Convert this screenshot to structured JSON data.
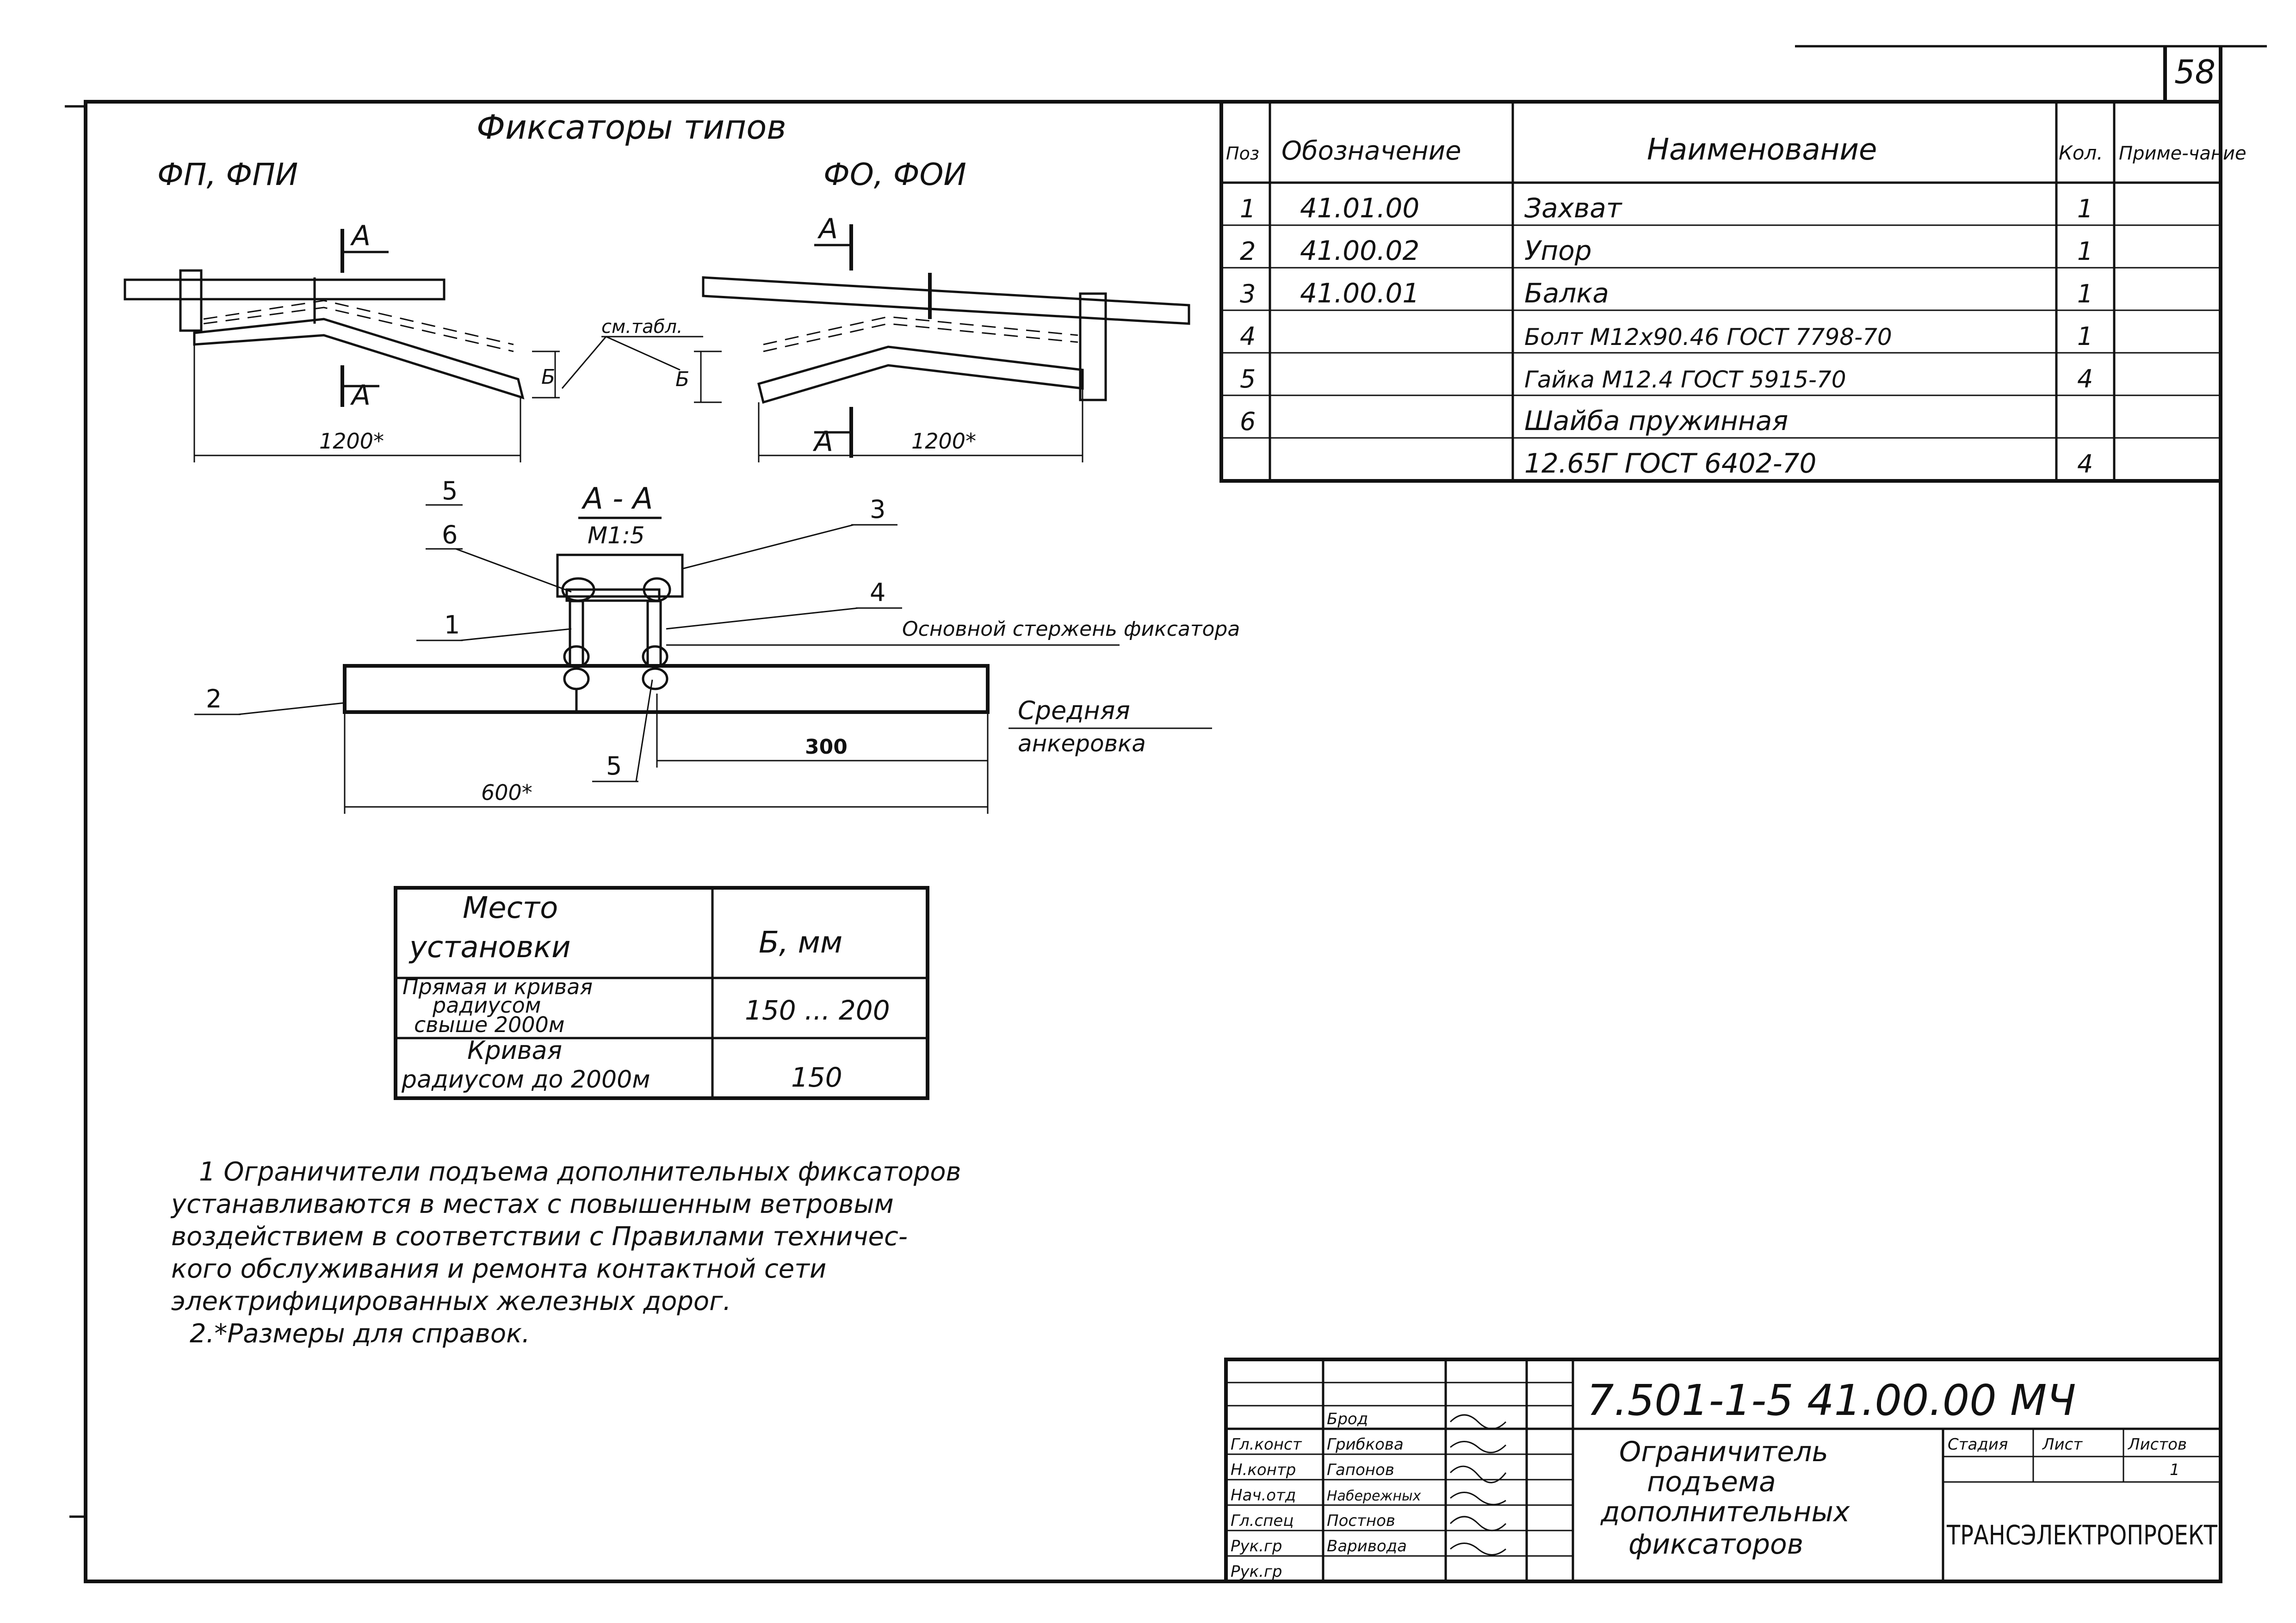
{
  "sheet_number": "58",
  "drawing_title": "Фиксаторы типов",
  "type_left": "ФП, ФПИ",
  "type_right": "ФО, ФОИ",
  "section_mark": "А",
  "section_title": "А - А",
  "section_scale": "М1:5",
  "ref_table_note": "см.табл.",
  "dim_b": "Б",
  "dim_1200": "1200*",
  "dim_300": "300",
  "dim_600": "600*",
  "callouts": [
    "1",
    "2",
    "3",
    "4",
    "5",
    "6",
    "5"
  ],
  "label_main_rod": "Основной стержень фиксатора",
  "label_mid_anchor_1": "Средняя",
  "label_mid_anchor_2": "анкеровка",
  "spec": {
    "headers": [
      "Поз",
      "Обозначение",
      "Наименование",
      "Кол.",
      "Приме-чание"
    ],
    "rows": [
      [
        "1",
        "41.01.00",
        "Захват",
        "1",
        ""
      ],
      [
        "2",
        "41.00.02",
        "Упор",
        "1",
        ""
      ],
      [
        "3",
        "41.00.01",
        "Балка",
        "1",
        ""
      ],
      [
        "4",
        "",
        "Болт М12х90.46   ГОСТ 7798-70",
        "1",
        ""
      ],
      [
        "5",
        "",
        "Гайка М12.4     ГОСТ 5915-70",
        "4",
        ""
      ],
      [
        "6",
        "",
        "Шайба пружинная",
        "",
        ""
      ],
      [
        "",
        "",
        "12.65Г  ГОСТ 6402-70",
        "4",
        ""
      ]
    ]
  },
  "install_table": {
    "header_place_1": "Место",
    "header_place_2": "установки",
    "header_b": "Б, мм",
    "rows": [
      {
        "place": [
          "Прямая и кривая",
          "радиусом",
          "свыше 2000м"
        ],
        "value": "150 ... 200"
      },
      {
        "place": [
          "Кривая",
          "радиусом до 2000м"
        ],
        "value": "150"
      }
    ]
  },
  "notes": [
    "1 Ограничители подъема дополнительных фиксаторов",
    "устанавливаются в местах с повышенным ветровым",
    "воздействием в соответствии с Правилами техничес-",
    "кого обслуживания и ремонта контактной сети",
    "электрифицированных железных дорог.",
    "2.*Размеры для справок."
  ],
  "title_block": {
    "code": "7.501-1-5 41.00.00 МЧ",
    "name": [
      "Ограничитель",
      "подъема",
      "дополнительных",
      "фиксаторов"
    ],
    "roles": [
      "Гл.конст",
      "Н.контр",
      "Нач.отд",
      "Гл.спец",
      "Рук.гр",
      "Рук.гр"
    ],
    "people": [
      "Брод",
      "Грибкова",
      "Гапонов",
      "Набережных",
      "Постнов",
      "Варивода"
    ],
    "stage_labels": [
      "Стадия",
      "Лист",
      "Листов"
    ],
    "stage_values": [
      "",
      "",
      "1"
    ],
    "organization": "ТРАНСЭЛЕКТРОПРОЕКТ"
  }
}
